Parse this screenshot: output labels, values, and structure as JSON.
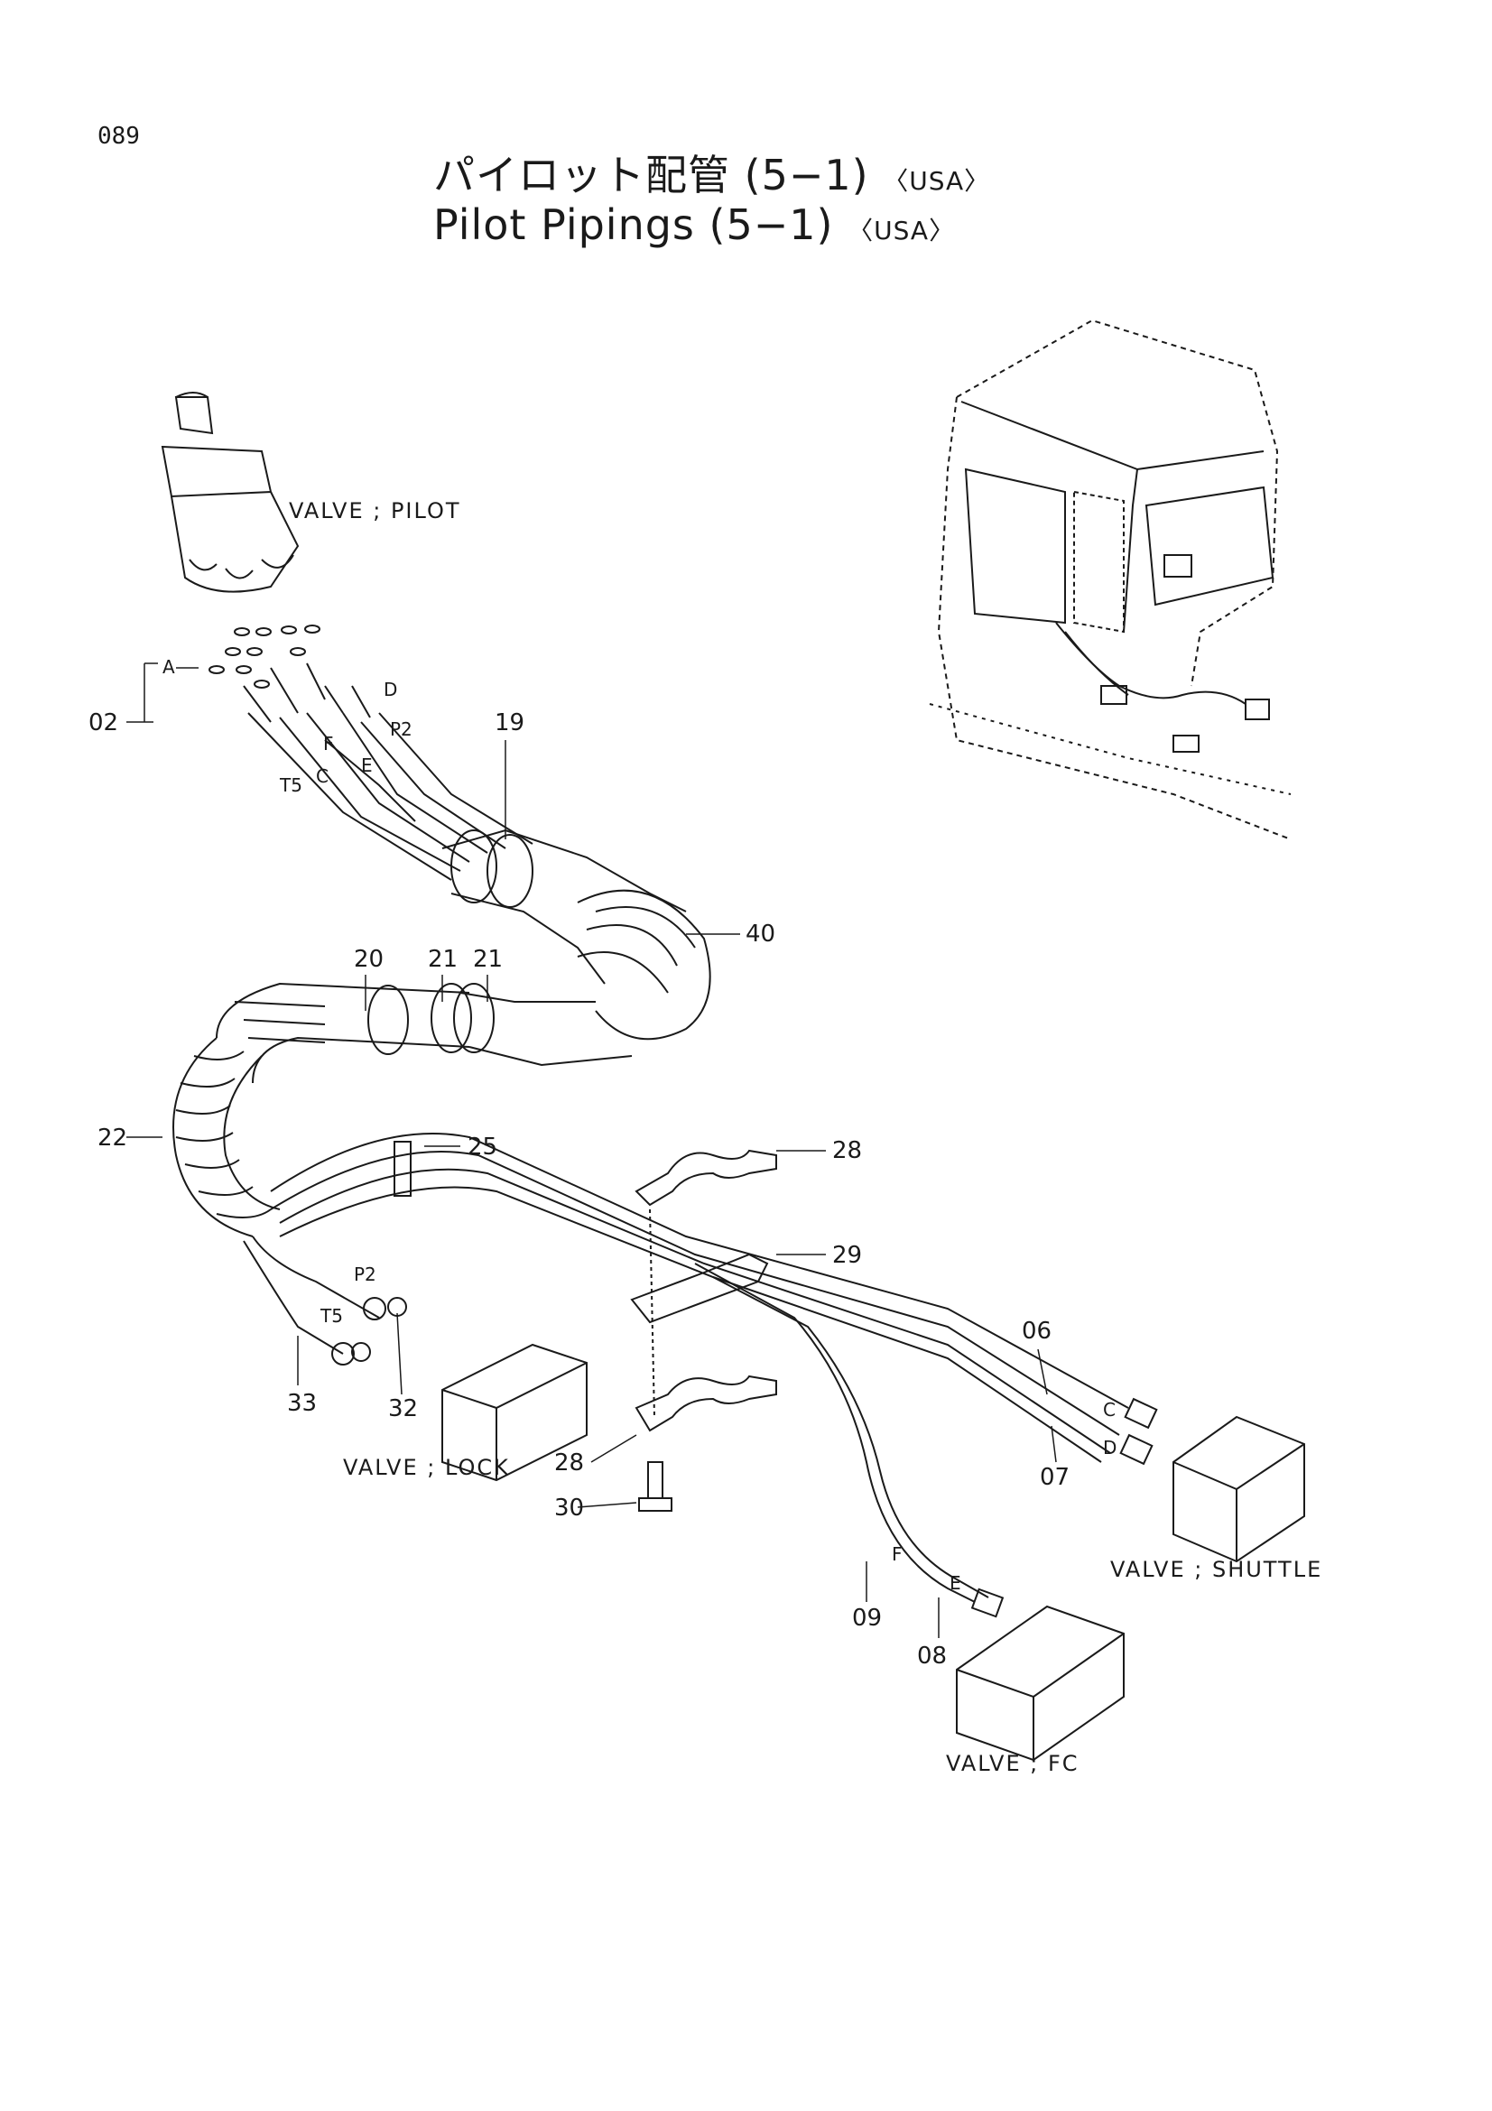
{
  "page": {
    "number": "089",
    "title_jp": "パイロット配管 (5−1)",
    "title_jp_tag": "〈USA〉",
    "title_en": "Pilot Pipings (5−1)",
    "title_en_tag": "〈USA〉"
  },
  "components": {
    "valve_pilot": "VALVE ; PILOT",
    "valve_lock": "VALVE ; LOCK",
    "valve_shuttle": "VALVE ; SHUTTLE",
    "valve_fc": "VALVE ; FC"
  },
  "callouts": {
    "p02": "02",
    "p19": "19",
    "p40": "40",
    "p20": "20",
    "p21a": "21",
    "p21b": "21",
    "p22": "22",
    "p25": "25",
    "p28a": "28",
    "p29": "29",
    "p06": "06",
    "p07": "07",
    "p33": "33",
    "p32": "32",
    "p28b": "28",
    "p30": "30",
    "p09": "09",
    "p08": "08"
  },
  "ports": {
    "a": "A",
    "d": "D",
    "p2_top": "P2",
    "f_top": "F",
    "e_top": "E",
    "c_top": "C",
    "t5_top": "T5",
    "p2_lock": "P2",
    "t5_lock": "T5",
    "c_shuttle": "C",
    "d_shuttle": "D",
    "f_fc": "F",
    "e_fc": "E"
  }
}
